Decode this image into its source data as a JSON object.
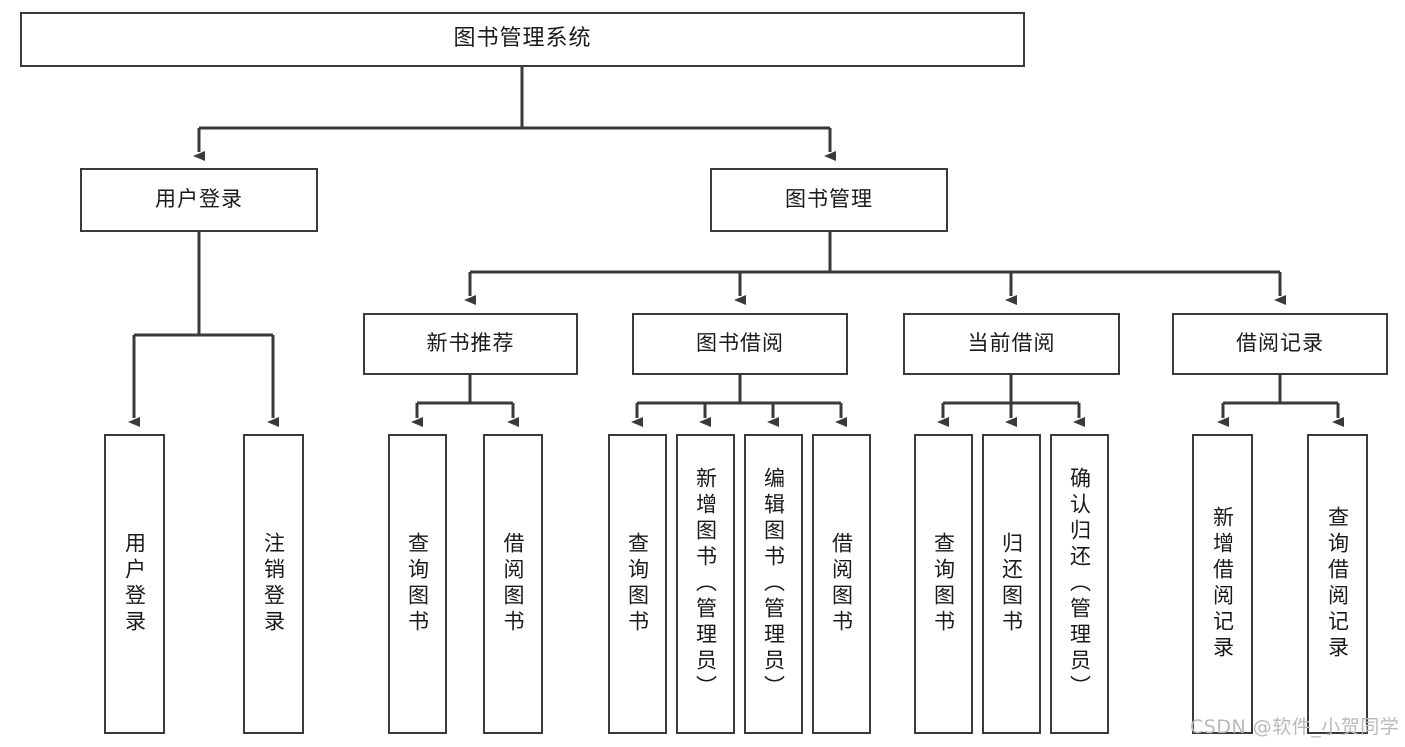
{
  "diagram": {
    "type": "tree-hierarchy",
    "title": "图书管理系统",
    "root": {
      "id": "root",
      "label": "图书管理系统"
    },
    "level2": [
      {
        "id": "user-login",
        "label": "用户登录"
      },
      {
        "id": "book-manage",
        "label": "图书管理"
      }
    ],
    "level3": [
      {
        "id": "new-book-recommend",
        "label": "新书推荐",
        "parent": "book-manage"
      },
      {
        "id": "book-borrow",
        "label": "图书借阅",
        "parent": "book-manage"
      },
      {
        "id": "current-borrow",
        "label": "当前借阅",
        "parent": "book-manage"
      },
      {
        "id": "borrow-record",
        "label": "借阅记录",
        "parent": "book-manage"
      }
    ],
    "leaves": [
      {
        "id": "leaf-user-login",
        "label": "用户登录",
        "parent": "user-login"
      },
      {
        "id": "leaf-user-logout",
        "label": "注销登录",
        "parent": "user-login"
      },
      {
        "id": "leaf-query-book-1",
        "label": "查询图书",
        "parent": "new-book-recommend"
      },
      {
        "id": "leaf-borrow-book-1",
        "label": "借阅图书",
        "parent": "new-book-recommend"
      },
      {
        "id": "leaf-query-book-2",
        "label": "查询图书",
        "parent": "book-borrow"
      },
      {
        "id": "leaf-add-book",
        "label": "新增图书（管理员）",
        "parent": "book-borrow"
      },
      {
        "id": "leaf-edit-book",
        "label": "编辑图书（管理员）",
        "parent": "book-borrow"
      },
      {
        "id": "leaf-borrow-book-2",
        "label": "借阅图书",
        "parent": "book-borrow"
      },
      {
        "id": "leaf-query-book-3",
        "label": "查询图书",
        "parent": "current-borrow"
      },
      {
        "id": "leaf-return-book",
        "label": "归还图书",
        "parent": "current-borrow"
      },
      {
        "id": "leaf-confirm-return",
        "label": "确认归还（管理员）",
        "parent": "current-borrow"
      },
      {
        "id": "leaf-add-record",
        "label": "新增借阅记录",
        "parent": "borrow-record"
      },
      {
        "id": "leaf-query-record",
        "label": "查询借阅记录",
        "parent": "borrow-record"
      }
    ],
    "colors": {
      "background": "#ffffff",
      "node_fill": "#ffffff",
      "node_border": "#3a3a3a",
      "edge": "#3a3a3a",
      "text": "#1a1a1a",
      "watermark": "#b9b9b9"
    }
  },
  "watermark": {
    "text": "CSDN @软件_小贺同学"
  }
}
